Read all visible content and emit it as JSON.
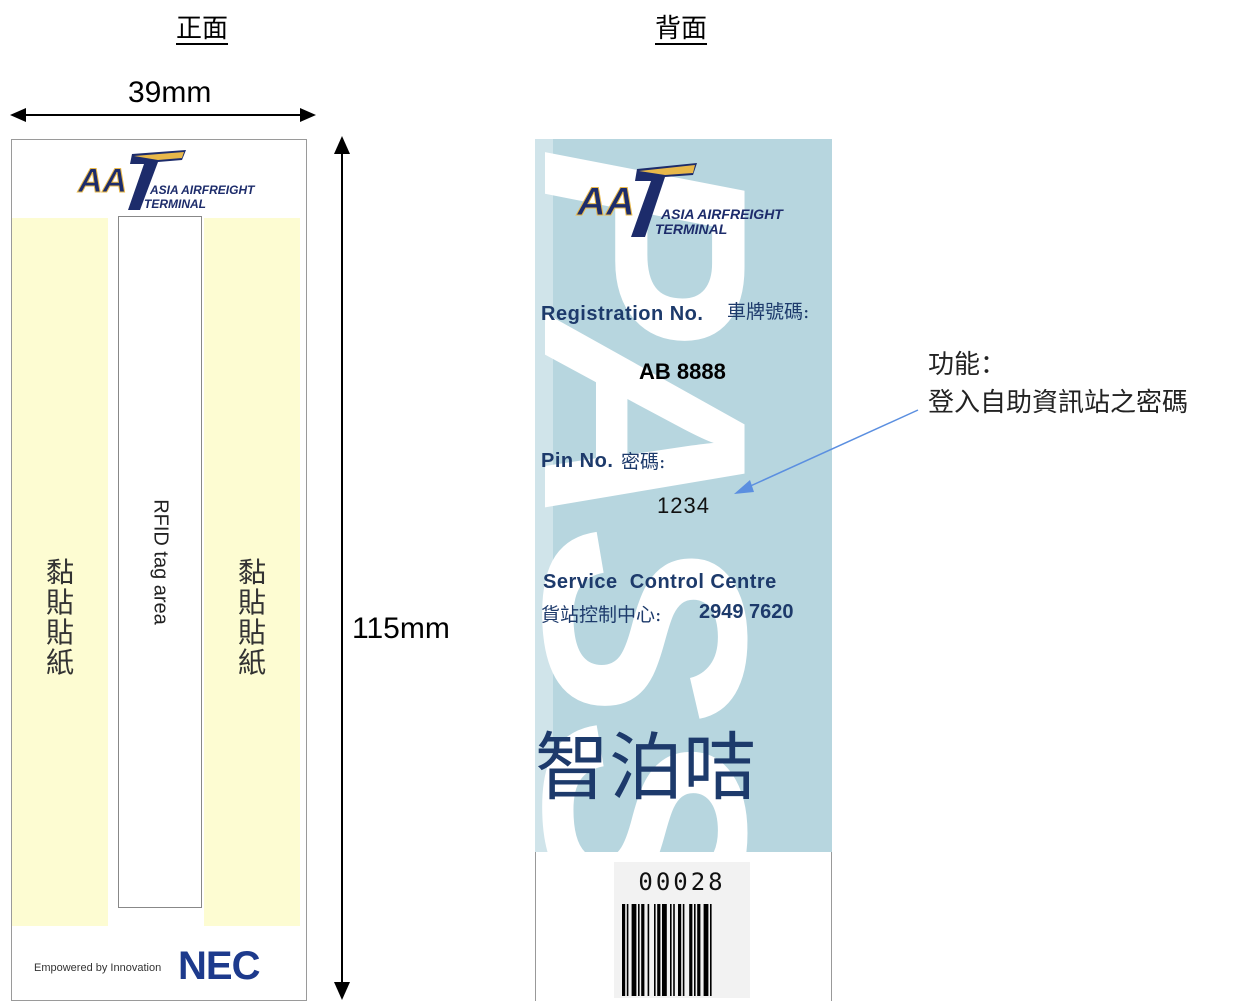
{
  "headings": {
    "front": "正面",
    "back": "背面"
  },
  "dimensions": {
    "width": "39mm",
    "height": "115mm"
  },
  "front": {
    "logo": {
      "mark": "AAT",
      "line1": "ASIA AIRFREIGHT",
      "line2": "TERMINAL"
    },
    "sticker_left": [
      "黏",
      "貼",
      "貼",
      "紙"
    ],
    "sticker_right": [
      "黏",
      "貼",
      "貼",
      "紙"
    ],
    "rfid_label": "RFID tag area",
    "footer": {
      "tagline": "Empowered by Innovation",
      "brand": "NEC"
    }
  },
  "back": {
    "logo": {
      "mark": "AAT",
      "line1": "ASIA AIRFREIGHT",
      "line2": "TERMINAL"
    },
    "registration_label": "Registration No.",
    "registration_label_cn": "車牌號碼:",
    "registration_value": "AB 8888",
    "pin_label": "Pin No.",
    "pin_label_cn": "密碼:",
    "pin_value": "1234",
    "service_title": "Service  Control Centre",
    "service_cn": "貨站控制中心:",
    "service_phone": "2949 7620",
    "brand_name": "智泊咭",
    "serial": "00028",
    "watermark": "PASS",
    "colors": {
      "card_blue": "#b7d6df",
      "watermark_white": "#ffffff",
      "navy": "#1d3a6b"
    }
  },
  "callout": {
    "title": "功能：",
    "text": "登入自助資訊站之密碼",
    "arrow_color": "#5b8fe0"
  }
}
